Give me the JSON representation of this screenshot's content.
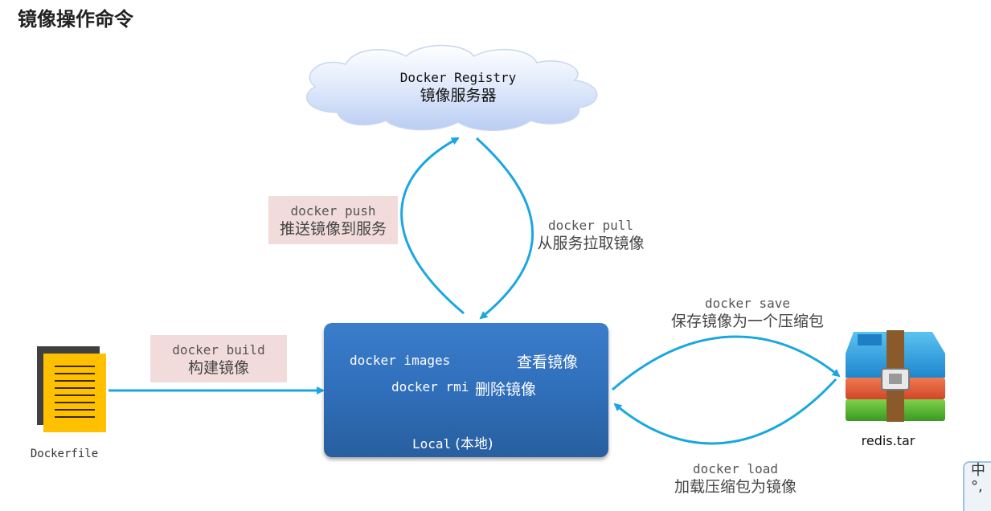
{
  "title": "镜像操作命令",
  "registry": {
    "name": "Docker Registry",
    "subtitle": "镜像服务器"
  },
  "commands": {
    "push": {
      "cmd": "docker push",
      "desc": "推送镜像到服务"
    },
    "pull": {
      "cmd": "docker pull",
      "desc": "从服务拉取镜像"
    },
    "build": {
      "cmd": "docker build",
      "desc": "构建镜像"
    },
    "save": {
      "cmd": "docker save",
      "desc": "保存镜像为一个压缩包"
    },
    "load": {
      "cmd": "docker load",
      "desc": "加载压缩包为镜像"
    }
  },
  "local": {
    "images_cmd": "docker images",
    "images_desc": "查看镜像",
    "rmi_cmd": "docker rmi",
    "rmi_desc": "删除镜像",
    "label_mono": "Local",
    "label_cn": "(本地)"
  },
  "dockerfile": {
    "label": "Dockerfile"
  },
  "archive": {
    "label": "redis.tar"
  },
  "ime": {
    "char": "中",
    "punct": "°,"
  },
  "colors": {
    "arrow": "#1aa7e0",
    "local_box": "#2f6db8",
    "label_bg": "#f2dcdb",
    "doc_yellow": "#ffc000",
    "doc_shadow": "#404040"
  }
}
